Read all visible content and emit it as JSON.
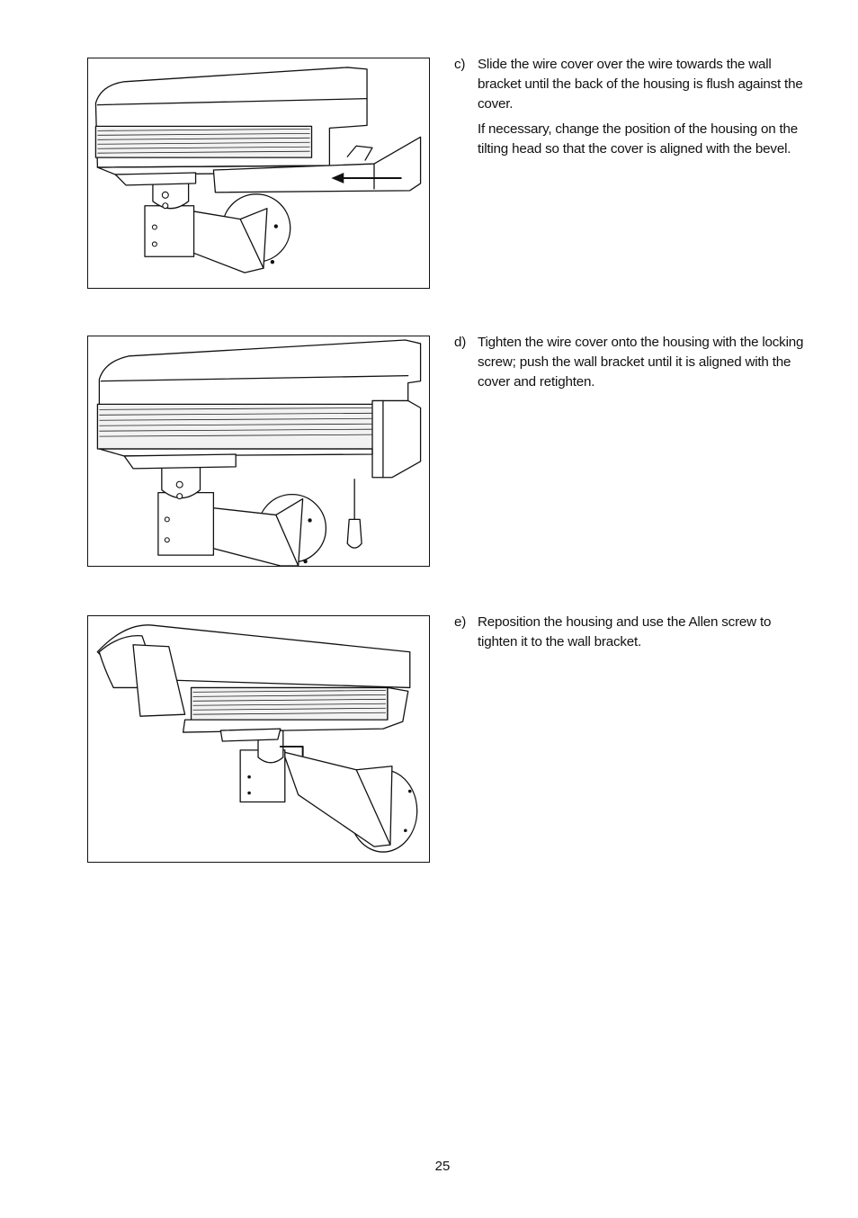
{
  "steps": [
    {
      "letter": "c)",
      "text": "Slide the wire cover over the wire towards the wall bracket until the back of the housing is flush against the cover.",
      "note": "If necessary, change the position of the housing on the tilting head so that the cover is aligned with the bevel."
    },
    {
      "letter": "d)",
      "text": "Tighten the wire cover onto the housing with the locking screw; push the wall bracket until it is aligned with the cover and retighten."
    },
    {
      "letter": "e)",
      "text": "Reposition the housing and use the Allen screw to tighten it to the wall bracket."
    }
  ],
  "page_number": "25",
  "illustrations": [
    {
      "icon": "camera-housing-wire-cover-slide-illustration"
    },
    {
      "icon": "camera-housing-screwdriver-illustration"
    },
    {
      "icon": "camera-housing-allen-key-illustration"
    }
  ]
}
